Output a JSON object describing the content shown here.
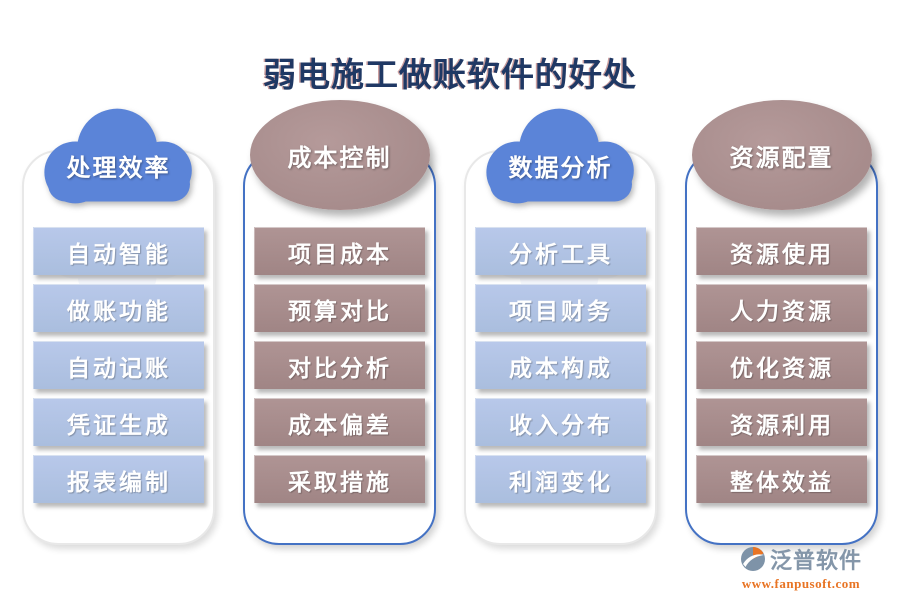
{
  "title": "弱电施工做账软件的好处",
  "columns": [
    {
      "header": "处理效率",
      "shape": "cloud",
      "items": [
        "自动智能",
        "做账功能",
        "自动记账",
        "凭证生成",
        "报表编制"
      ]
    },
    {
      "header": "成本控制",
      "shape": "ellipse",
      "items": [
        "项目成本",
        "预算对比",
        "对比分析",
        "成本偏差",
        "采取措施"
      ]
    },
    {
      "header": "数据分析",
      "shape": "cloud",
      "items": [
        "分析工具",
        "项目财务",
        "成本构成",
        "收入分布",
        "利润变化"
      ]
    },
    {
      "header": "资源配置",
      "shape": "ellipse",
      "items": [
        "资源使用",
        "人力资源",
        "优化资源",
        "资源利用",
        "整体效益"
      ]
    }
  ],
  "footer": {
    "brand": "泛普软件",
    "website": "www.fanpusoft.com"
  },
  "colors": {
    "title_navy": "#1F3864",
    "cloud_blue": "#5B84D8",
    "ellipse_mauve": "#A78C8C",
    "button_blue": "#AEC0E4",
    "button_mauve": "#A78E8E",
    "panel_outline_blue": "#4472C4",
    "panel_outline_gray": "#E8E8E8",
    "brand_gray": "#8496A9",
    "website_orange": "#E87424"
  }
}
